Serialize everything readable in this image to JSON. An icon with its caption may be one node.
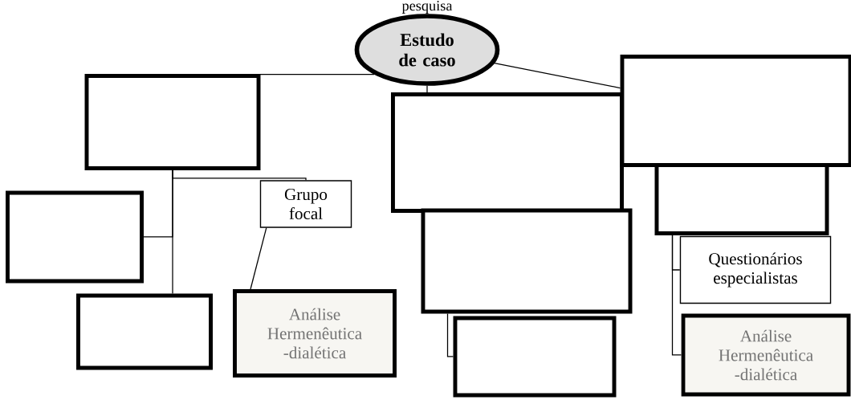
{
  "diagram": {
    "nodes": [
      {
        "text": [
          "Estudo de caso"
        ]
      },
      {
        "text": [],
        "shape": "box"
      },
      {
        "text": [],
        "shape": "box"
      },
      {
        "text": [],
        "shape": "box"
      },
      {
        "text": [],
        "shape": "box"
      },
      {
        "text": [
          "Grupo focal"
        ]
      },
      {
        "text": [],
        "shape": "box"
      },
      {
        "text": [],
        "shape": "box"
      },
      {
        "text": [],
        "shape": "box"
      },
      {
        "text": [
          "Análise Hermenêutica -dialética"
        ]
      },
      {
        "text": [
          "Questionários especialistas"
        ]
      },
      {
        "text": [],
        "shape": "box"
      },
      {
        "text": [
          "Análise Hermenêutica -dialética"
        ]
      }
    ],
    "edges": [
      {
        "from": 0,
        "to": 1,
        "arrow": "none"
      },
      {
        "from": 0,
        "to": 2,
        "arrow": "none"
      },
      {
        "from": 0,
        "to": 3,
        "arrow": "none"
      },
      {
        "from": 1,
        "to": 4,
        "arrow": "none"
      },
      {
        "from": 1,
        "to": 8,
        "arrow": "none"
      },
      {
        "from": 1,
        "to": 5,
        "arrow": "none"
      },
      {
        "from": 5,
        "to": 9,
        "arrow": "none"
      },
      {
        "from": 7,
        "to": 11,
        "arrow": "none"
      },
      {
        "from": 6,
        "to": 10,
        "arrow": "none"
      },
      {
        "from": 6,
        "to": 12,
        "arrow": "none"
      }
    ],
    "labels": [
      "pesquisa"
    ]
  }
}
